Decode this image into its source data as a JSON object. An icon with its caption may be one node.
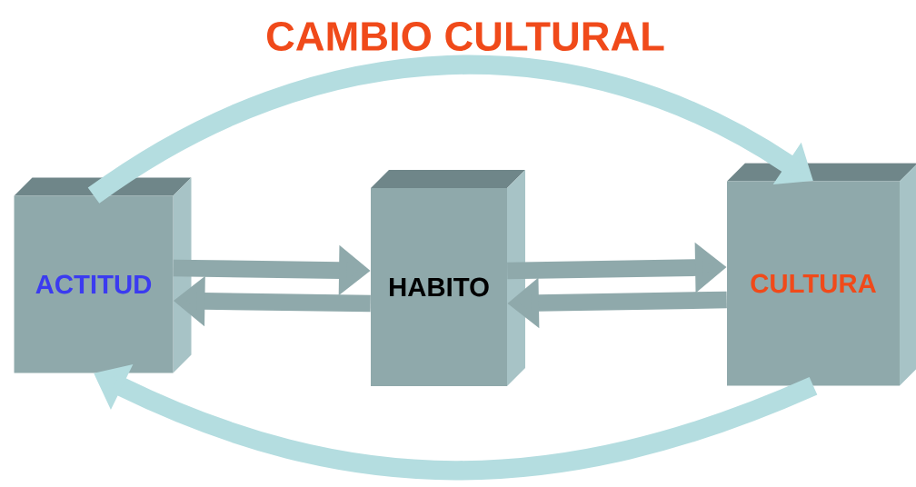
{
  "diagram": {
    "title": "CAMBIO CULTURAL",
    "nodes": [
      {
        "text": [
          "ACTITUD"
        ]
      },
      {
        "text": [
          "HABITO"
        ]
      },
      {
        "text": [
          "CULTURA"
        ]
      }
    ],
    "edges": [
      {
        "from": 0,
        "to": 1,
        "arrow": "to"
      },
      {
        "from": 1,
        "to": 0,
        "arrow": "to"
      },
      {
        "from": 1,
        "to": 2,
        "arrow": "to"
      },
      {
        "from": 2,
        "to": 1,
        "arrow": "to"
      },
      {
        "from": 0,
        "to": 2,
        "arrow": "to",
        "color": "#b4dde0"
      },
      {
        "from": 2,
        "to": 0,
        "arrow": "to",
        "color": "#b4dde0"
      }
    ]
  }
}
